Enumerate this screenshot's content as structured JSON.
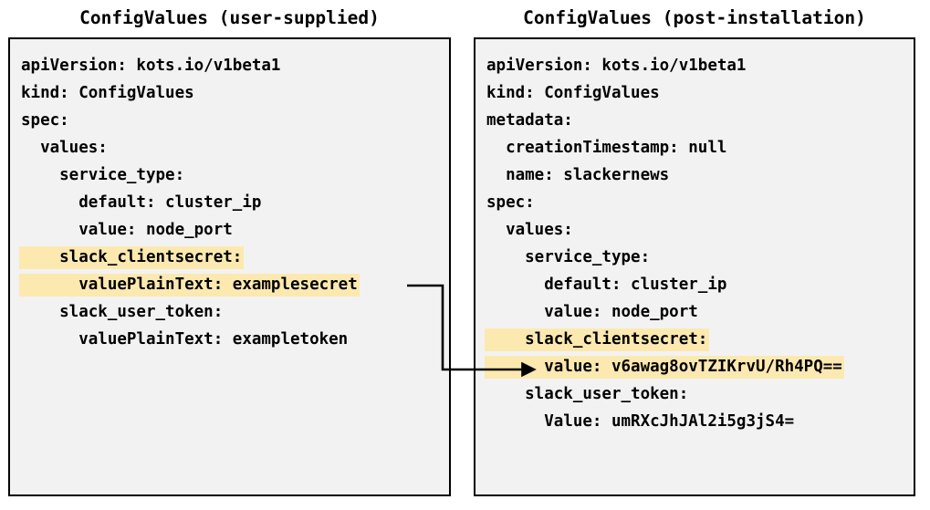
{
  "figure": {
    "kind": "two-panel-yaml-comparison",
    "colors": {
      "highlight": "#fce9b0",
      "panel_background": "#f2f2f2",
      "border": "#000000",
      "text": "#000000",
      "page_background": "#ffffff"
    }
  },
  "left_panel": {
    "title": "ConfigValues (user-supplied)",
    "lines": [
      {
        "text": "apiVersion: kots.io/v1beta1",
        "highlight": false
      },
      {
        "text": "kind: ConfigValues",
        "highlight": false
      },
      {
        "text": "spec:",
        "highlight": false
      },
      {
        "text": "  values:",
        "highlight": false
      },
      {
        "text": "    service_type:",
        "highlight": false
      },
      {
        "text": "      default: cluster_ip",
        "highlight": false
      },
      {
        "text": "      value: node_port",
        "highlight": false
      },
      {
        "text": "    slack_clientsecret:",
        "highlight": true
      },
      {
        "text": "      valuePlainText: examplesecret",
        "highlight": true
      },
      {
        "text": "    slack_user_token:",
        "highlight": false
      },
      {
        "text": "      valuePlainText: exampletoken",
        "highlight": false
      }
    ]
  },
  "right_panel": {
    "title": "ConfigValues (post-installation)",
    "lines": [
      {
        "text": "apiVersion: kots.io/v1beta1",
        "highlight": false
      },
      {
        "text": "kind: ConfigValues",
        "highlight": false
      },
      {
        "text": "metadata:",
        "highlight": false
      },
      {
        "text": "  creationTimestamp: null",
        "highlight": false
      },
      {
        "text": "  name: slackernews",
        "highlight": false
      },
      {
        "text": "spec:",
        "highlight": false
      },
      {
        "text": "  values:",
        "highlight": false
      },
      {
        "text": "    service_type:",
        "highlight": false
      },
      {
        "text": "      default: cluster_ip",
        "highlight": false
      },
      {
        "text": "      value: node_port",
        "highlight": false
      },
      {
        "text": "    slack_clientsecret:",
        "highlight": true
      },
      {
        "text": "      value: v6awag8ovTZIKrvU/Rh4PQ==",
        "highlight": true
      },
      {
        "text": "    slack_user_token:",
        "highlight": false
      },
      {
        "text": "      Value: umRXcJhJAl2i5g3jS4=",
        "highlight": false
      }
    ]
  },
  "connector": {
    "name": "plain-text-to-encrypted-value-arrow",
    "from_line": "valuePlainText: examplesecret",
    "to_line": "value: v6awag8ovTZIKrvU/Rh4PQ==",
    "arrowhead": "open-triangle"
  }
}
